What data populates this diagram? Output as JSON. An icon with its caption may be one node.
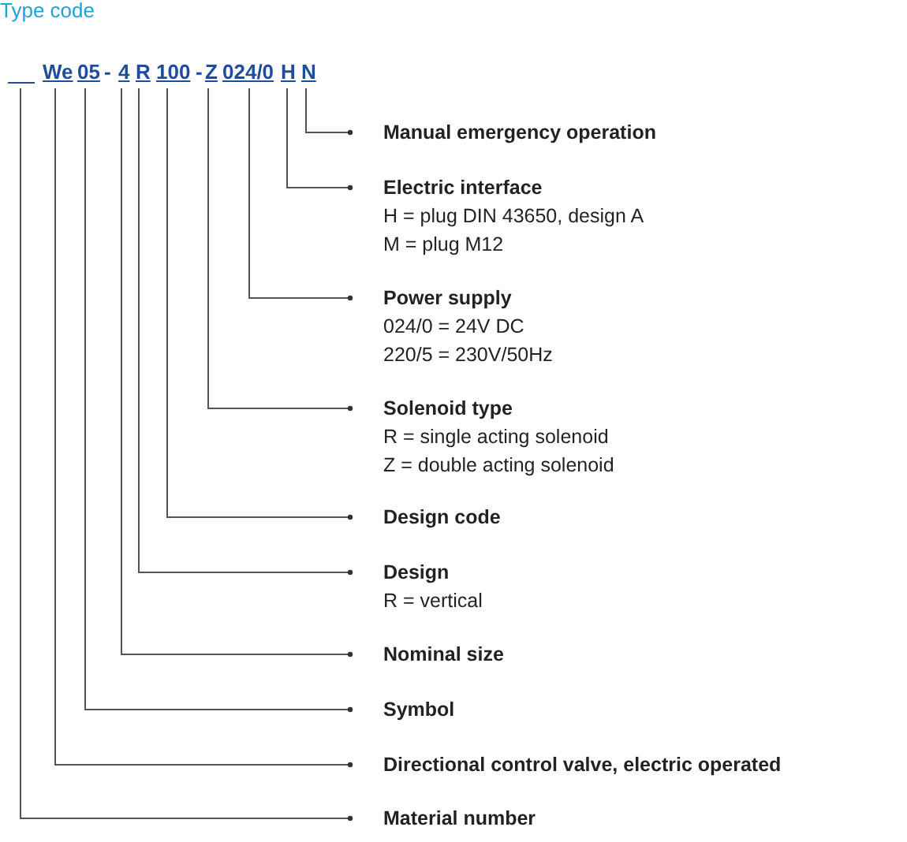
{
  "diagram": {
    "title": "Type code",
    "nodes": [
      {
        "text": [],
        "shape": "bar"
      },
      {
        "text": [
          "We"
        ]
      },
      {
        "text": [
          "05"
        ]
      },
      {
        "text": [
          "4"
        ]
      },
      {
        "text": [
          "R"
        ]
      },
      {
        "text": [
          "100"
        ]
      },
      {
        "text": [
          "Z"
        ]
      },
      {
        "text": [
          "024/0"
        ]
      },
      {
        "text": [
          "H"
        ]
      },
      {
        "text": [
          "N"
        ]
      },
      {
        "text": [
          "Manual emergency operation"
        ]
      },
      {
        "text": [
          "Electric interface",
          "H = plug DIN 43650, design A",
          "M = plug M12"
        ]
      },
      {
        "text": [
          "Power supply",
          "024/0 = 24V DC",
          "220/5 = 230V/50Hz"
        ]
      },
      {
        "text": [
          "Solenoid type",
          "R = single acting solenoid",
          "Z = double acting solenoid"
        ]
      },
      {
        "text": [
          "Design code"
        ]
      },
      {
        "text": [
          "Design",
          "R = vertical"
        ]
      },
      {
        "text": [
          "Nominal size"
        ]
      },
      {
        "text": [
          "Symbol"
        ]
      },
      {
        "text": [
          "Directional control valve, electric operated"
        ]
      },
      {
        "text": [
          "Material number"
        ]
      }
    ],
    "edges": [
      {
        "from": 9,
        "to": 10,
        "arrow": "other"
      },
      {
        "from": 8,
        "to": 11,
        "arrow": "other"
      },
      {
        "from": 7,
        "to": 12,
        "arrow": "other"
      },
      {
        "from": 6,
        "to": 13,
        "arrow": "other"
      },
      {
        "from": 5,
        "to": 14,
        "arrow": "other"
      },
      {
        "from": 4,
        "to": 15,
        "arrow": "other"
      },
      {
        "from": 3,
        "to": 16,
        "arrow": "other"
      },
      {
        "from": 2,
        "to": 17,
        "arrow": "other"
      },
      {
        "from": 1,
        "to": 18,
        "arrow": "other"
      },
      {
        "from": 0,
        "to": 19,
        "arrow": "other"
      }
    ],
    "labels": [
      "-",
      "-"
    ]
  }
}
